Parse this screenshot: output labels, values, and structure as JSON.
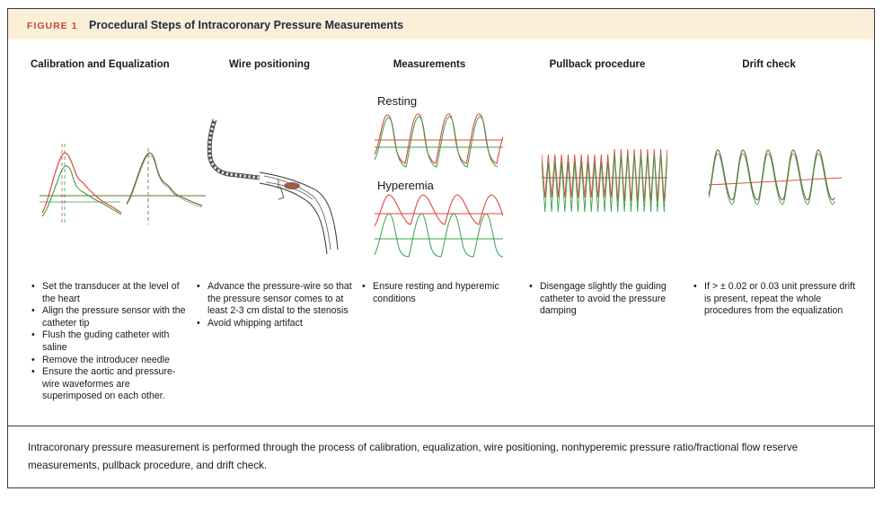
{
  "figure": {
    "label": "FIGURE 1",
    "title": "Procedural Steps of Intracoronary Pressure Measurements"
  },
  "steps": [
    {
      "title": "Calibration and Equalization",
      "bullets": [
        "Set the transducer at the level of the heart",
        "Align the pressure sensor with the catheter tip",
        "Flush the guding catheter with saline",
        "Remove the introducer needle",
        "Ensure the aortic and pressure-wire waveformes are superimposed on  each other."
      ]
    },
    {
      "title": "Wire positioning",
      "bullets": [
        "Advance the pressure-wire so that the pressure sensor comes to at least 2-3 cm distal to the stenosis",
        "Avoid whipping artifact"
      ]
    },
    {
      "title": "Measurements",
      "sublabels": [
        "Resting",
        "Hyperemia"
      ],
      "bullets": [
        "Ensure resting and hyperemic conditions"
      ]
    },
    {
      "title": "Pullback procedure",
      "bullets": [
        "Disengage slightly the guiding catheter to avoid the pressure damping"
      ]
    },
    {
      "title": "Drift check",
      "bullets": [
        "If > ± 0.02 or 0.03 unit pressure drift is present, repeat the whole procedures from the equalization"
      ]
    }
  ],
  "caption": "Intracoronary pressure measurement is performed through the process of calibration, equalization, wire positioning, nonhyperemic pressure ratio/fractional flow reserve measurements, pullback procedure, and drift check.",
  "colors": {
    "aortic": "#e0463c",
    "wire": "#3aa04a",
    "baseline": "#5a7a2a",
    "header_bg": "#fcefd8",
    "label": "#c8463a"
  }
}
